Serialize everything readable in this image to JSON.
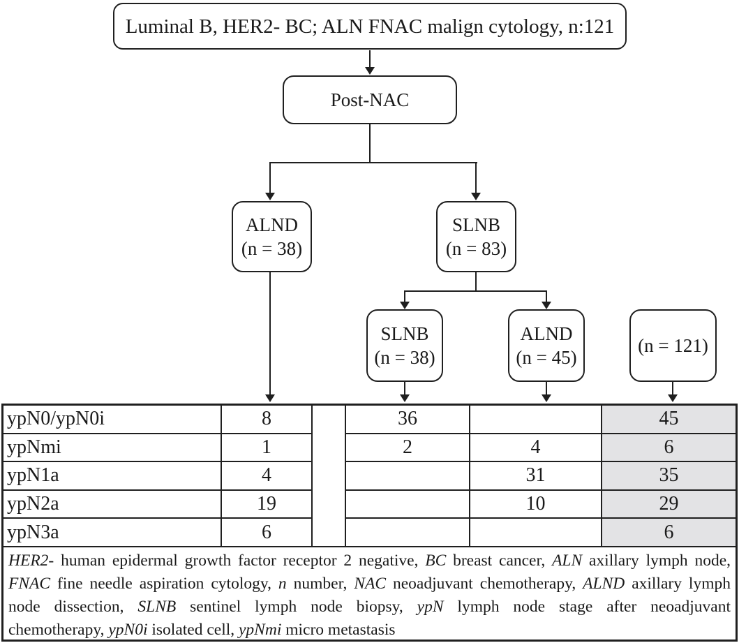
{
  "figure": {
    "root_label": "Luminal B, HER2- BC; ALN FNAC malign cytology, n:121",
    "post_nac_label": "Post-NAC",
    "alnd_main": {
      "title": "ALND",
      "n": "(n = 38)"
    },
    "slnb_main": {
      "title": "SLNB",
      "n": "(n = 83)"
    },
    "slnb_sub": {
      "title": "SLNB",
      "n": "(n = 38)"
    },
    "alnd_sub": {
      "title": "ALND",
      "n": "(n = 45)"
    },
    "total_node_label": "(n = 121)"
  },
  "colors": {
    "line": "#1f1f1f",
    "total_column_bg": "#e3e3e5"
  },
  "table": {
    "rows": [
      {
        "label": "ypN0/ypN0i",
        "values": [
          "8",
          "36",
          "",
          "45"
        ]
      },
      {
        "label": "ypNmi",
        "values": [
          "1",
          "2",
          "4",
          "6"
        ]
      },
      {
        "label": "ypN1a",
        "values": [
          "4",
          "",
          "31",
          "35"
        ]
      },
      {
        "label": "ypN2a",
        "values": [
          "19",
          "",
          "10",
          "29"
        ]
      },
      {
        "label": "ypN3a",
        "values": [
          "6",
          "",
          "",
          "6"
        ]
      }
    ]
  },
  "footnote_lines": [
    [
      {
        "t": "HER2-",
        "i": true
      },
      {
        "t": " human epidermal growth factor receptor 2 negative, ",
        "i": false
      },
      {
        "t": "BC",
        "i": true
      },
      {
        "t": " breast cancer, ",
        "i": false
      },
      {
        "t": "ALN",
        "i": true
      },
      {
        "t": " axillary lymph node,",
        "i": false
      }
    ],
    [
      {
        "t": "FNAC",
        "i": true
      },
      {
        "t": " fine needle aspiration cytology, ",
        "i": false
      },
      {
        "t": "n",
        "i": true
      },
      {
        "t": " number, ",
        "i": false
      },
      {
        "t": "NAC",
        "i": true
      },
      {
        "t": " neoadjuvant chemotherapy, ",
        "i": false
      },
      {
        "t": "ALND",
        "i": true
      },
      {
        "t": " axillary lymph",
        "i": false
      }
    ],
    [
      {
        "t": "node dissection, ",
        "i": false
      },
      {
        "t": "SLNB",
        "i": true
      },
      {
        "t": " sentinel lymph node biopsy, ",
        "i": false
      },
      {
        "t": "ypN",
        "i": true
      },
      {
        "t": " lymph node stage after neoadjuvant",
        "i": false
      }
    ],
    [
      {
        "t": "chemotherapy, ",
        "i": false
      },
      {
        "t": "ypN0i",
        "i": true
      },
      {
        "t": " isolated cell, ",
        "i": false
      },
      {
        "t": "ypNmi",
        "i": true
      },
      {
        "t": " micro metastasis",
        "i": false
      }
    ]
  ]
}
